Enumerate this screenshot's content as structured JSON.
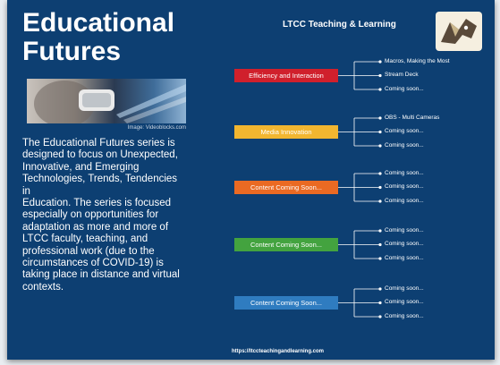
{
  "title": {
    "line1": "Educational",
    "line2": "Futures"
  },
  "photo_credit": "Image: Videoblocks.com",
  "description": "The Educational Futures series is designed to focus on Unexpected, Innovative, and Emerging\nTechnologies, Trends, Tendencies in\nEducation. The series is focused especially on opportunities for adaptation as more and more of LTCC faculty, teaching, and professional work (due to the circumstances of COVID-19) is taking place in distance and virtual contexts.",
  "header_label": "LTCC Teaching & Learning",
  "categories": [
    {
      "label": "Efficiency and Interaction",
      "color": "#d0202c",
      "items": [
        "Macros, Making the Most",
        "Stream Deck",
        "Coming soon..."
      ]
    },
    {
      "label": "Media Innovation",
      "color": "#f2b630",
      "items": [
        "OBS - Multi Cameras",
        "Coming soon...",
        "Coming soon..."
      ]
    },
    {
      "label": "Content Coming Soon...",
      "color": "#ea6a23",
      "items": [
        "Coming soon...",
        "Coming soon...",
        "Coming soon..."
      ]
    },
    {
      "label": "Content Coming Soon...",
      "color": "#43a33f",
      "items": [
        "Coming soon...",
        "Coming soon...",
        "Coming soon..."
      ]
    },
    {
      "label": "Content Coming Soon...",
      "color": "#2f7cc0",
      "items": [
        "Coming soon...",
        "Coming soon...",
        "Coming soon..."
      ]
    }
  ],
  "footer_url": "https://ltccteachingandlearning.com"
}
